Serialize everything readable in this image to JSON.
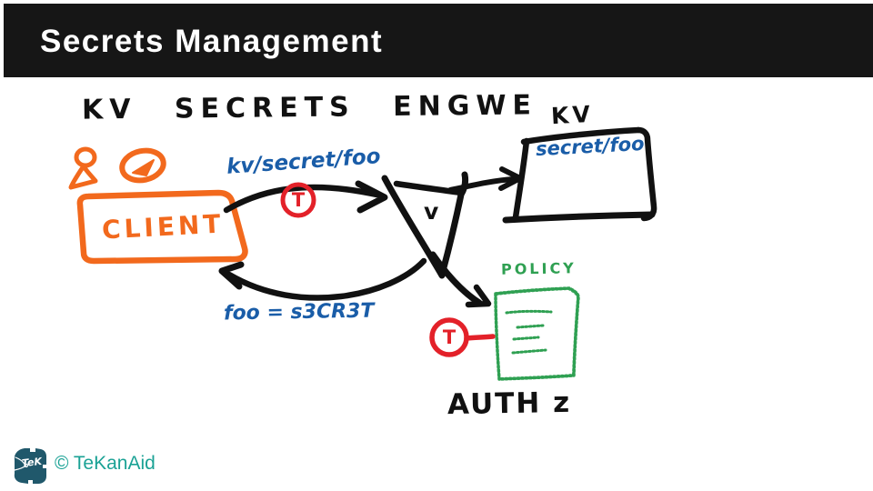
{
  "header": {
    "title": "Secrets Management",
    "background_color": "#161616"
  },
  "diagram": {
    "title": "KV SECRETS ENGWE",
    "client": {
      "label": "CLIENT"
    },
    "request_path": "kv/secret/foo",
    "response": "foo = s3CR3T",
    "vault": {
      "label": "v"
    },
    "kv_store": {
      "label": "KV",
      "secret_path": "secret/foo"
    },
    "policy": {
      "label": "POLICY"
    },
    "authz_label": "AUTH z",
    "token_label": "T",
    "colors": {
      "ink_black": "#111111",
      "client_orange": "#F2691D",
      "path_blue": "#1A5DA8",
      "token_red": "#E32129",
      "policy_green": "#2FA052"
    }
  },
  "footer": {
    "logo_text": "TeK",
    "copyright": "© TeKanAid",
    "teal": "#1BA295",
    "logo_color": "#20586B"
  }
}
